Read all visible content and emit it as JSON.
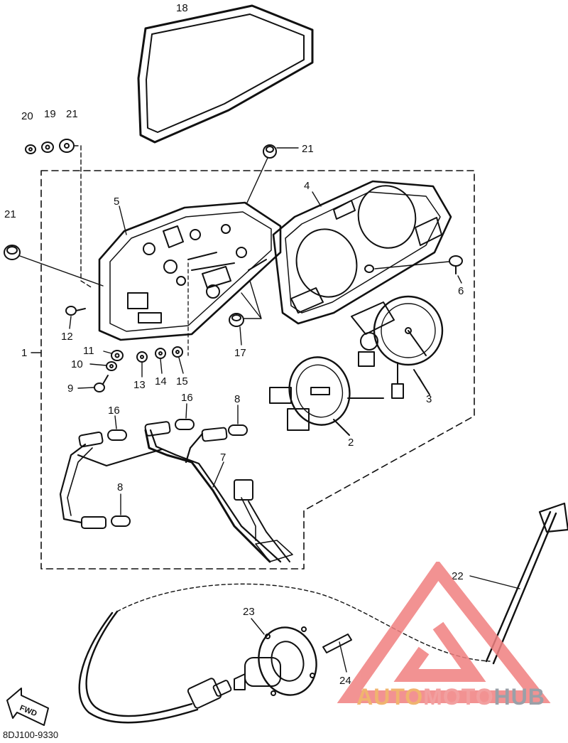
{
  "callouts": {
    "c1": "1",
    "c2": "2",
    "c3": "3",
    "c4": "4",
    "c5": "5",
    "c6": "6",
    "c7": "7",
    "c8a": "8",
    "c8b": "8",
    "c9": "9",
    "c10": "10",
    "c11": "11",
    "c12": "12",
    "c13": "13",
    "c14": "14",
    "c15": "15",
    "c16a": "16",
    "c16b": "16",
    "c17": "17",
    "c18": "18",
    "c19": "19",
    "c20": "20",
    "c21a": "21",
    "c21b": "21",
    "c21c": "21",
    "c22": "22",
    "c23": "23",
    "c24": "24"
  },
  "fwd_label": "FWD",
  "drawing_code": "8DJ100-9330",
  "watermark": {
    "part1": "AUTO",
    "part2": "MOTO",
    "part3": "HUB",
    "colors": {
      "auto": "#f0b46f",
      "moto": "#f2a0a0",
      "hub": "#9aa0a8",
      "triangle": "#f08080"
    }
  }
}
